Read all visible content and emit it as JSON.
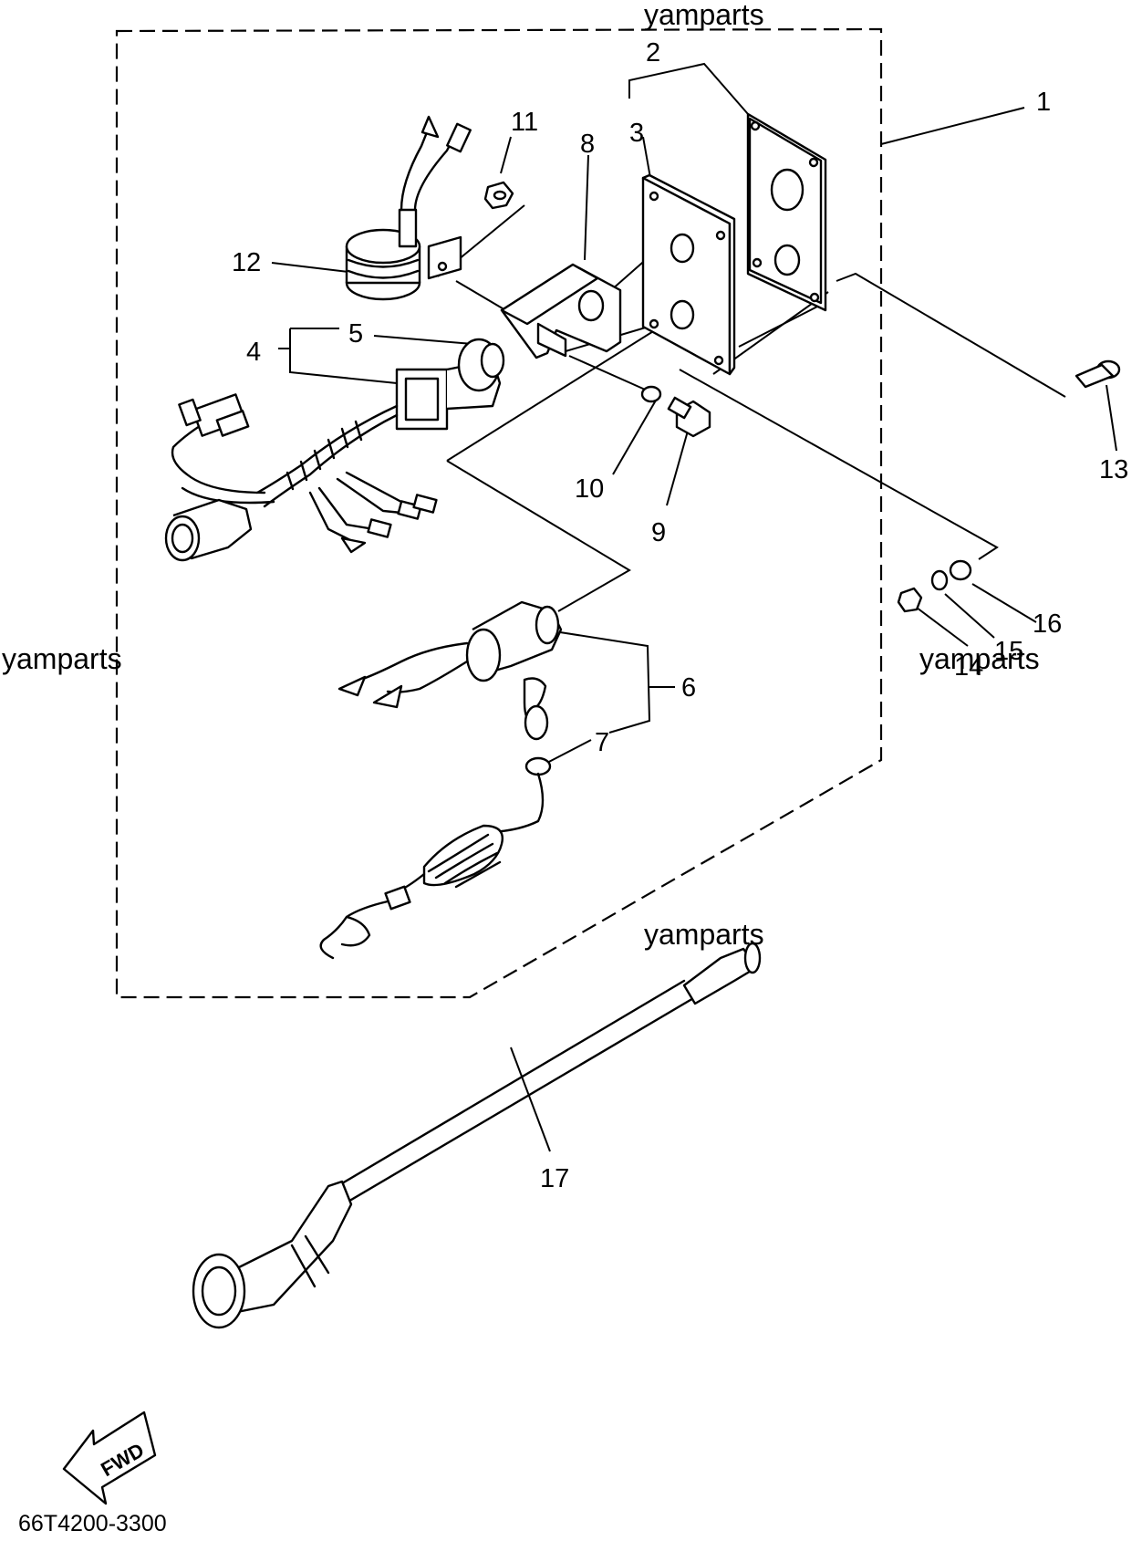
{
  "watermarks": [
    "yamparts",
    "yamparts",
    "yamparts",
    "yamparts"
  ],
  "callouts": [
    "1",
    "2",
    "3",
    "4",
    "5",
    "6",
    "7",
    "8",
    "9",
    "10",
    "11",
    "12",
    "13",
    "14",
    "15",
    "16",
    "17"
  ],
  "fwd_label": "FWD",
  "diagram_code": "66T4200-3300",
  "icons": {
    "fwd_arrow": "fwd-arrow-icon"
  }
}
